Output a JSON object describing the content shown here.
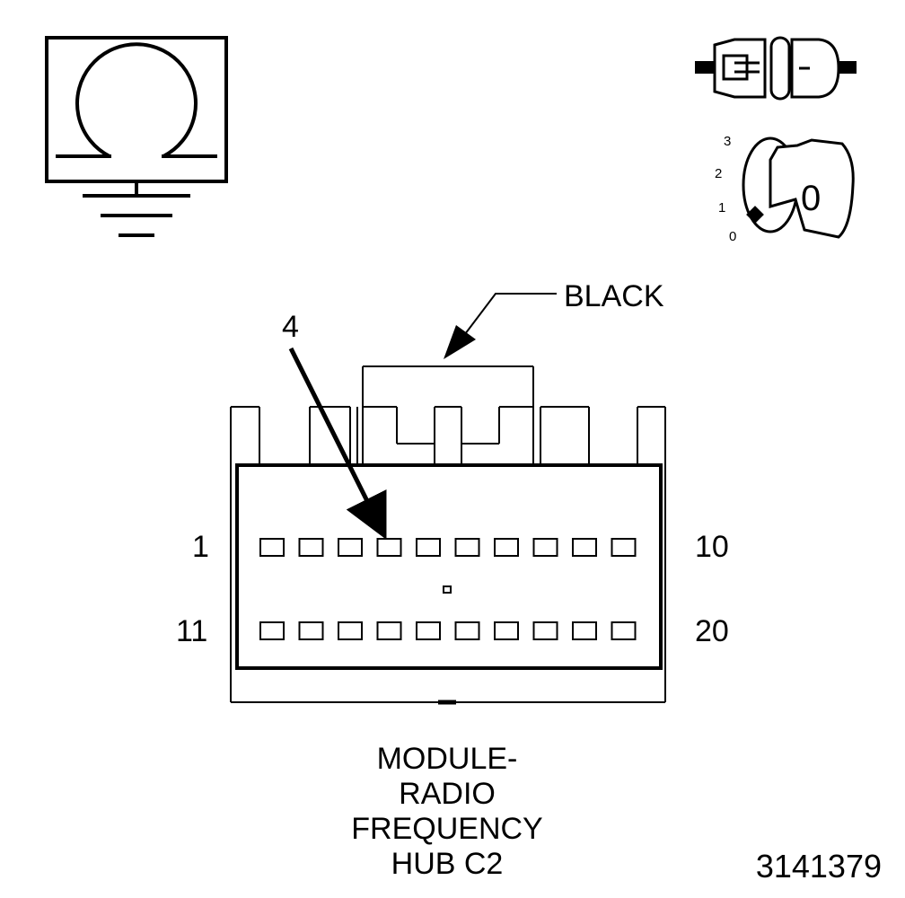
{
  "symbols": {
    "ohmmeter_icon": "ohmmeter-ground-icon",
    "connector_icon": "disconnect-connector-icon",
    "ignition_icon": "ignition-key-off-icon"
  },
  "ignition": {
    "positions": [
      "3",
      "2",
      "1",
      "0"
    ],
    "key_label": "0"
  },
  "connector": {
    "color_label": "BLACK",
    "pointer_pin": "4",
    "row1_start": "1",
    "row1_end": "10",
    "row2_start": "11",
    "row2_end": "20",
    "pins_per_row": 10
  },
  "caption": [
    "MODULE-",
    "RADIO",
    "FREQUENCY",
    "HUB C2"
  ],
  "figure_number": "3141379"
}
